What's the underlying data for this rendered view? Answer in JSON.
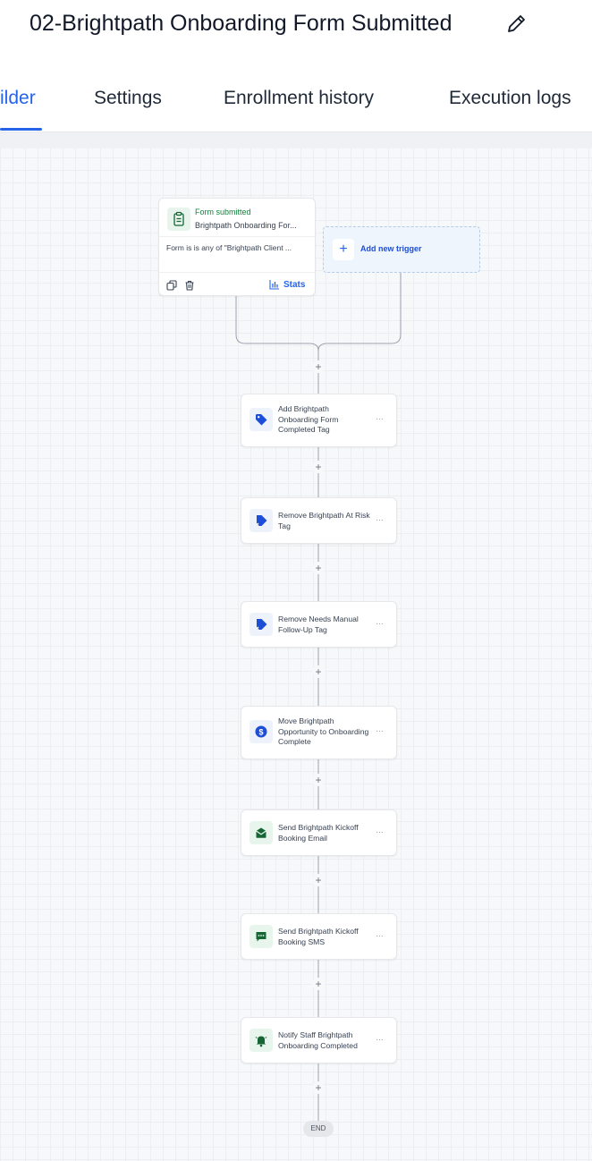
{
  "workflow": {
    "title": "02-Brightpath Onboarding Form Submitted"
  },
  "tabs": [
    {
      "label": "ilder"
    },
    {
      "label": "Settings"
    },
    {
      "label": "Enrollment history"
    },
    {
      "label": "Execution logs"
    }
  ],
  "trigger": {
    "type": "Form submitted",
    "name": "Brightpath Onboarding For...",
    "filter": "Form is is any of \"Brightpath Client ...",
    "stats_label": "Stats",
    "icon": "form-clipboard-icon"
  },
  "add_trigger": {
    "label": "Add new trigger",
    "plus": "+"
  },
  "plus_symbol": "+",
  "menu_symbol": "···",
  "actions": [
    {
      "label": "Add Brightpath Onboarding Form Completed Tag",
      "icon": "tag-icon"
    },
    {
      "label": "Remove Brightpath At Risk Tag",
      "icon": "tag-remove-icon"
    },
    {
      "label": "Remove Needs Manual Follow-Up Tag",
      "icon": "tag-remove-icon"
    },
    {
      "label": "Move Brightpath Opportunity to Onboarding Complete",
      "icon": "dollar-icon"
    },
    {
      "label": "Send Brightpath Kickoff Booking Email",
      "icon": "email-icon"
    },
    {
      "label": "Send Brightpath Kickoff Booking SMS",
      "icon": "sms-icon"
    },
    {
      "label": "Notify Staff Brightpath Onboarding Completed",
      "icon": "bell-icon"
    }
  ],
  "end_label": "END",
  "colors": {
    "accent": "#2563eb",
    "trigger_green": "#15803d",
    "action_blue": "#1d4ed8",
    "action_green": "#166534"
  }
}
